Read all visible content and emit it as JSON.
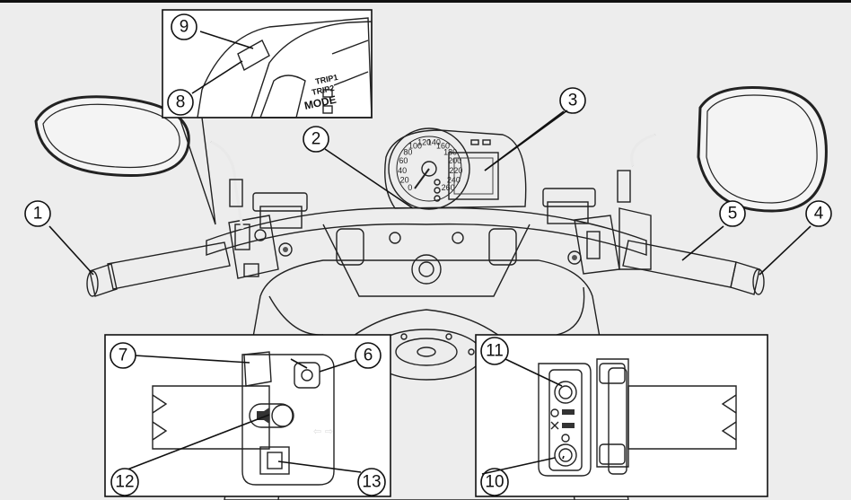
{
  "callouts": [
    {
      "id": "1",
      "label": "1"
    },
    {
      "id": "2",
      "label": "2"
    },
    {
      "id": "3",
      "label": "3"
    },
    {
      "id": "4",
      "label": "4"
    },
    {
      "id": "5",
      "label": "5"
    },
    {
      "id": "6",
      "label": "6"
    },
    {
      "id": "7",
      "label": "7"
    },
    {
      "id": "8",
      "label": "8"
    },
    {
      "id": "9",
      "label": "9"
    },
    {
      "id": "10",
      "label": "10"
    },
    {
      "id": "11",
      "label": "11"
    },
    {
      "id": "12",
      "label": "12"
    },
    {
      "id": "13",
      "label": "13"
    }
  ],
  "switch_labels": {
    "trip1": "TRIP1",
    "trip2": "TRIP2",
    "mode": "MODE"
  },
  "speedometer_ticks": [
    "0",
    "20",
    "40",
    "60",
    "80",
    "100",
    "120",
    "140",
    "160",
    "180",
    "200",
    "220",
    "240",
    "260"
  ],
  "colors": {
    "background": "#ededed",
    "line": "#111111",
    "switch_body": "#4a4a4a",
    "switch_dark": "#2b2b2b",
    "grip": "#cfcfcf"
  }
}
